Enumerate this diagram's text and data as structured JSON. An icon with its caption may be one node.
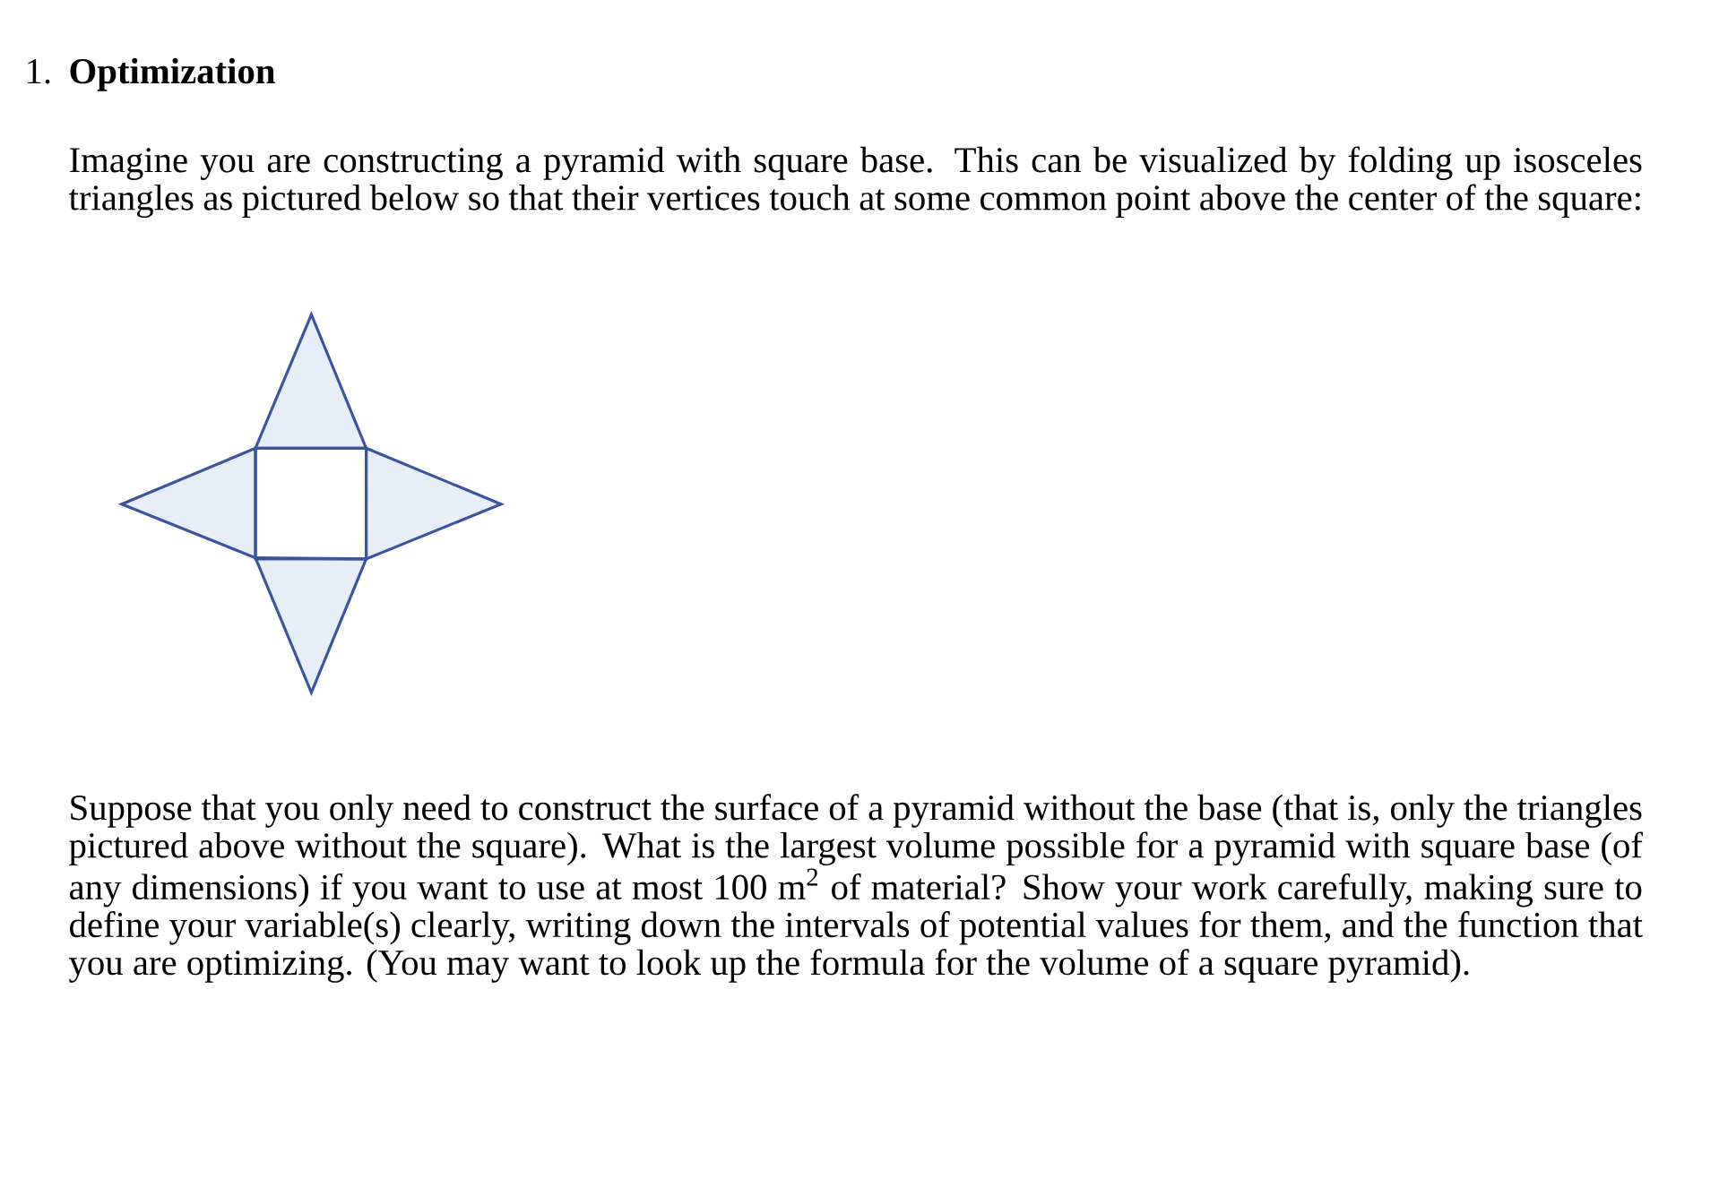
{
  "diagram": {
    "title": "Optimization",
    "labels": [
      "1.",
      "Imagine you are constructing a pyramid with square base. This can be visualized by folding up isosceles triangles as pictured below so that their vertices touch at some common point above the center of the square:",
      "Suppose that you only need to construct the surface of a pyramid without the base (that is, only the triangles pictured above without the square). What is the largest volume possible for a pyramid with square base (of any dimensions) if you want to use at most 100 m$^{2}$ of material? Show your work carefully, making sure to define your variable(s) clearly, writing down the intervals of potential values for them, and the function that you are optimizing. (You may want to look up the formula for the volume of a square pyramid)."
    ]
  }
}
